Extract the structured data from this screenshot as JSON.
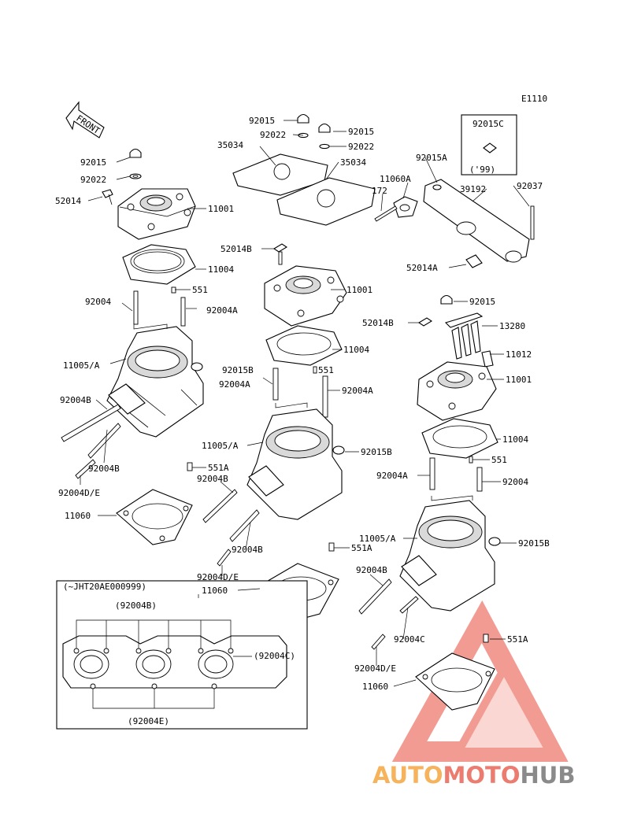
{
  "diagram_code": "E1110",
  "front_label": "FRONT",
  "watermark": {
    "part1": "AUTO",
    "part2": "MOTO",
    "part3": "HUB",
    "colors": {
      "auto": "#f6b35c",
      "moto": "#ec7c70",
      "hub": "#8a8a8a",
      "triangle": "#e84a3c"
    }
  },
  "callouts": {
    "c1": "92015",
    "c2": "92022",
    "c3": "52014",
    "c4": "11001",
    "c5": "11004",
    "c6": "92004",
    "c7": "551",
    "c8": "92004A",
    "c9": "11005/A",
    "c10": "92004B",
    "c11": "92004B",
    "c12": "92004D/E",
    "c13": "11060",
    "c14": "92015",
    "c15": "92015",
    "c16": "92022",
    "c17": "92022",
    "c18": "35034",
    "c19": "35034",
    "c20": "52014B",
    "c21": "11001",
    "c22": "11004",
    "c23": "92015B",
    "c24": "551",
    "c25": "92004A",
    "c26": "92004A",
    "c27": "11005/A",
    "c28": "92015B",
    "c29": "551A",
    "c30": "92004B",
    "c31": "92004B",
    "c32": "92004D/E",
    "c33": "11060",
    "c34": "92015C",
    "c35": "('99)",
    "c36": "92015A",
    "c37": "11060A",
    "c38": "172",
    "c39": "39192",
    "c40": "92037",
    "c41": "52014A",
    "c42": "92015",
    "c43": "52014B",
    "c44": "13280",
    "c45": "11012",
    "c46": "11001",
    "c47": "11004",
    "c48": "551",
    "c49": "92004A",
    "c50": "92004",
    "c51": "11005/A",
    "c52": "92015B",
    "c53": "551A",
    "c54": "92004B",
    "c55": "92004C",
    "c56": "92004D/E",
    "c57": "11060",
    "c58": "551A"
  },
  "inset": {
    "title": "(~JHT20AE000999)",
    "top_label": "(92004B)",
    "right_label": "(92004C)",
    "bottom_label": "(92004E)"
  }
}
